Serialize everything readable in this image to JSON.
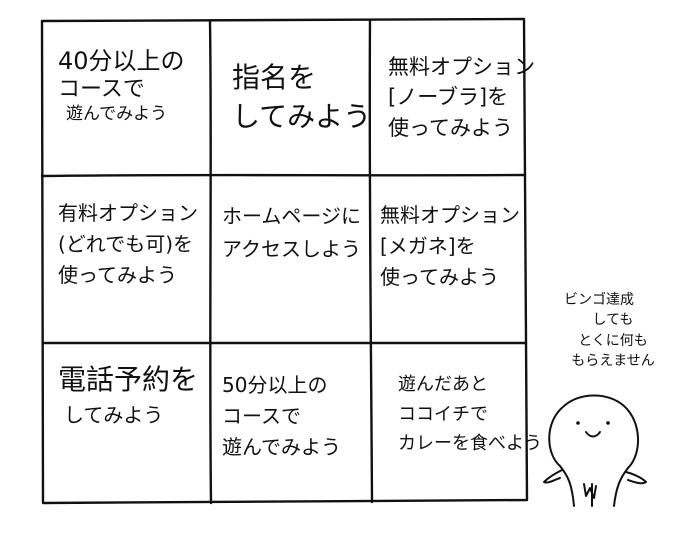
{
  "bingo": {
    "cells": [
      [
        "40分以上の",
        "コースで",
        "遊んでみよう"
      ],
      [
        "指名を",
        "してみよう"
      ],
      [
        "無料オプション",
        "[ノーブラ]を",
        "使ってみよう"
      ],
      [
        "有料オプション",
        "(どれでも可)を",
        "使ってみよう"
      ],
      [
        "ホームページに",
        "アクセスしよう"
      ],
      [
        "無料オプション",
        "[メガネ]を",
        "使ってみよう"
      ],
      [
        "電話予約を",
        "してみよう"
      ],
      [
        "50分以上の",
        "コースで",
        "遊んでみよう"
      ],
      [
        "遊んだあと",
        "ココイチで",
        "カレーを食べよう"
      ]
    ]
  },
  "note": {
    "lines": [
      "ビンゴ達成",
      "しても",
      "とくに何も",
      "もらえません"
    ]
  },
  "character": {
    "icon": "round-smiling-mascot-icon"
  }
}
